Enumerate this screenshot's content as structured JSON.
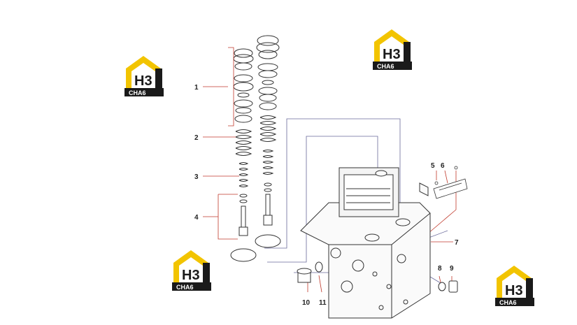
{
  "diagram": {
    "callouts": [
      {
        "id": "callout-1",
        "text": "1"
      },
      {
        "id": "callout-2",
        "text": "2"
      },
      {
        "id": "callout-3",
        "text": "3"
      },
      {
        "id": "callout-4",
        "text": "4"
      },
      {
        "id": "callout-5",
        "text": "5"
      },
      {
        "id": "callout-6",
        "text": "6"
      },
      {
        "id": "callout-7",
        "text": "7"
      },
      {
        "id": "callout-8",
        "text": "8"
      },
      {
        "id": "callout-9",
        "text": "9"
      },
      {
        "id": "callout-10",
        "text": "10"
      },
      {
        "id": "callout-11",
        "text": "11"
      }
    ],
    "leader_color": "#c0392b",
    "routing_color": "#6a6a9a"
  },
  "watermark": {
    "letters": "H3",
    "sub": "CHA6",
    "color_gold": "#f2c400",
    "color_dark": "#1a1a1a"
  }
}
